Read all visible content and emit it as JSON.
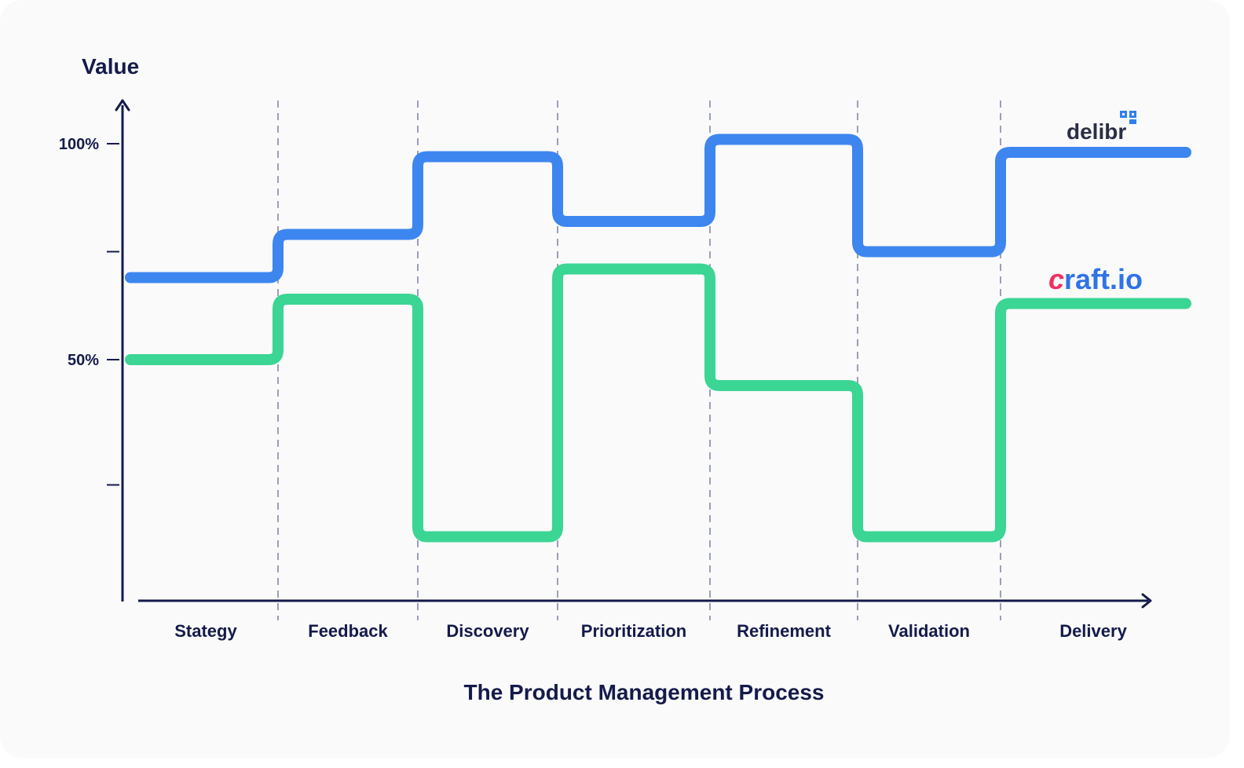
{
  "chart_data": {
    "type": "line",
    "step": true,
    "title": "",
    "ylabel": "Value",
    "xlabel": "The Product Management Process",
    "categories": [
      "Stategy",
      "Feedback",
      "Discovery",
      "Prioritization",
      "Refinement",
      "Validation",
      "Delivery"
    ],
    "y_ticks": [
      {
        "value": 100,
        "label": "100%"
      },
      {
        "value": 75,
        "label": ""
      },
      {
        "value": 50,
        "label": "50%"
      },
      {
        "value": 21,
        "label": ""
      }
    ],
    "ylim": [
      -4,
      110
    ],
    "grid": "vertical dashed separators",
    "series": [
      {
        "name": "delibr",
        "color": "#3d86f0",
        "values": [
          69,
          79,
          97,
          82,
          101,
          75,
          98
        ]
      },
      {
        "name": "craft.io",
        "color": "#3bd594",
        "values": [
          50,
          64,
          9,
          71,
          44,
          9,
          63
        ]
      }
    ],
    "legend": "inline labels at right end of lines"
  },
  "colors": {
    "axis": "#141a4a",
    "separator": "#9aa0b8",
    "craft_red": "#f0305f",
    "craft_blue": "#2e73e8",
    "delibr_icon": "#2f80ed"
  }
}
